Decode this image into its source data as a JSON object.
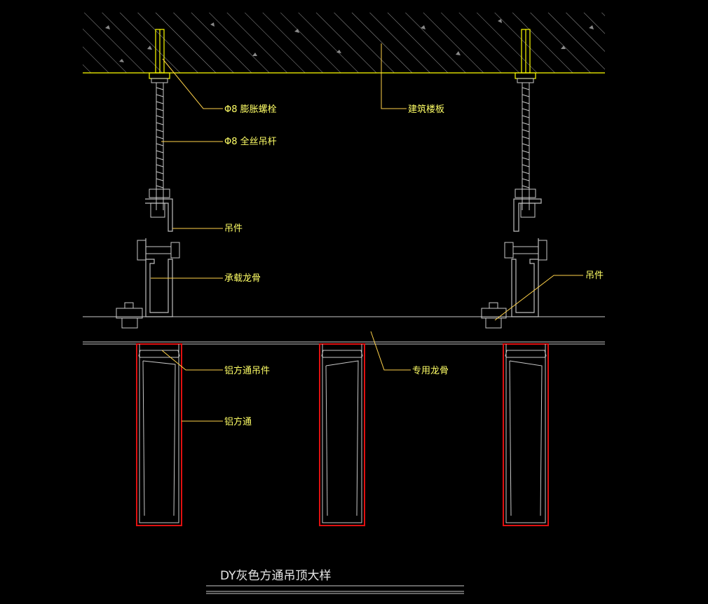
{
  "labels": {
    "expansion_bolt": "Φ8 膨胀螺栓",
    "floor_slab": "建筑楼板",
    "threaded_rod": "Φ8 全丝吊杆",
    "hanger_left": "吊件",
    "hanger_right": "吊件",
    "main_keel": "承载龙骨",
    "special_keel": "专用龙骨",
    "tube_hanger": "铝方通吊件",
    "aluminum_tube": "铝方通"
  },
  "title": "DY灰色方通吊顶大样",
  "colors": {
    "background": "#000000",
    "label": "#ffff66",
    "slab_line": "#ffff00",
    "tube_outline": "#e01010",
    "linework": "#c8c8c8"
  }
}
